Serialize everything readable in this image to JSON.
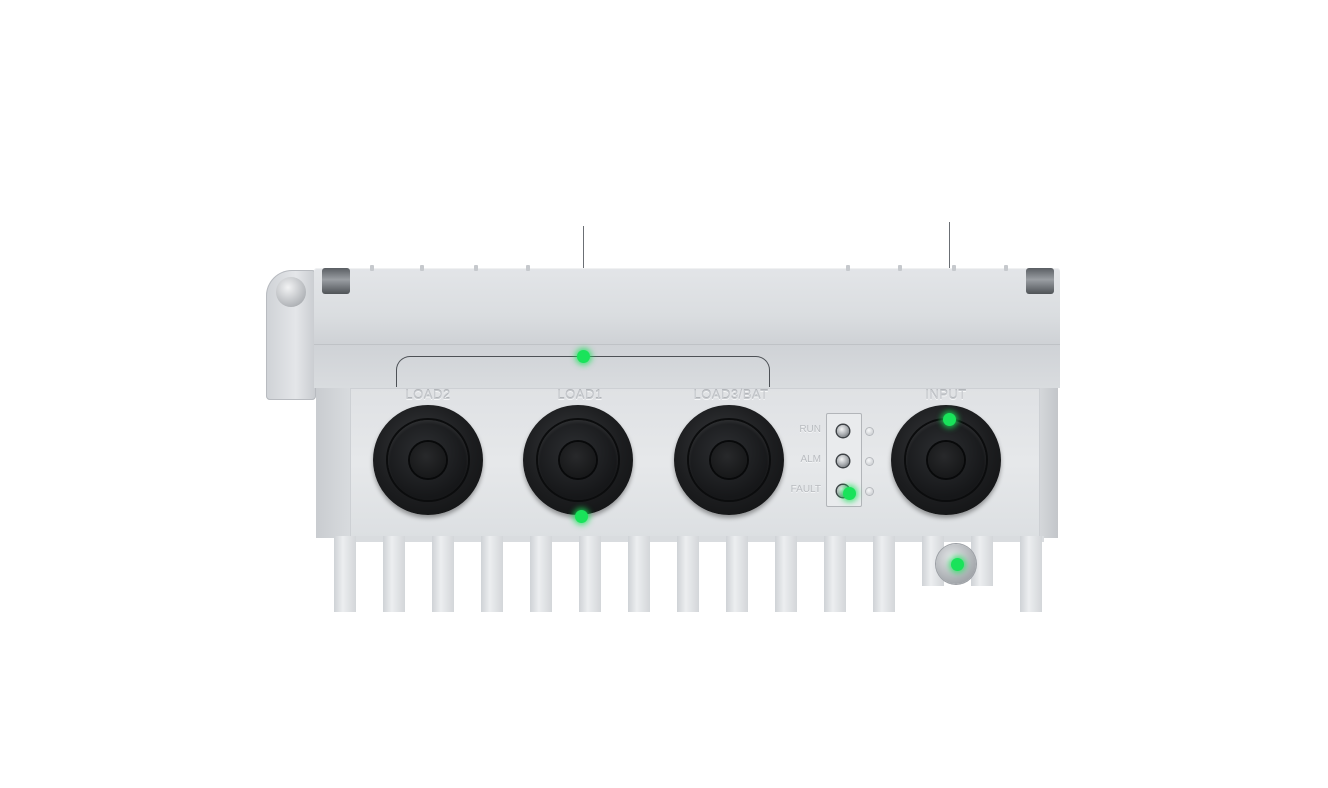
{
  "device": {
    "ports": [
      {
        "label": "LOAD2"
      },
      {
        "label": "LOAD1"
      },
      {
        "label": "LOAD3/BAT"
      },
      {
        "label": "INPUT"
      }
    ],
    "indicators": [
      {
        "label": "RUN"
      },
      {
        "label": "ALM"
      },
      {
        "label": "FAULT"
      }
    ]
  },
  "colors": {
    "hotspot": "#19e35a",
    "enclosure": "#e0e2e5",
    "gland": "#1c1d1f"
  },
  "icons": {
    "hotspot": "hotspot-dot-icon",
    "gland": "cable-gland-icon",
    "led": "led-indicator-icon",
    "ground": "ground-screw-icon"
  }
}
